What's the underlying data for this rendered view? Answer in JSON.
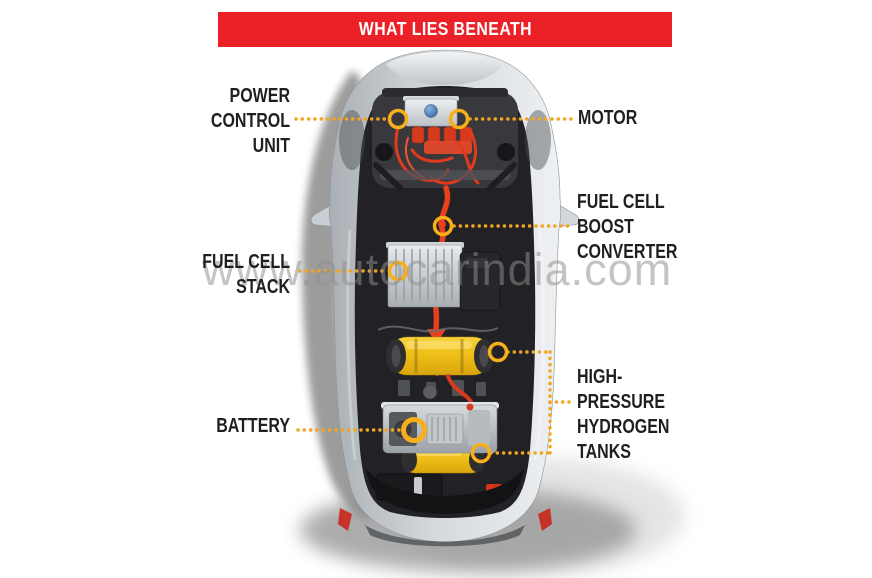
{
  "banner": {
    "title": "WHAT LIES BENEATH",
    "bg_color": "#EC2127",
    "text_color": "#FFFFFF"
  },
  "watermark": {
    "text": "www.autocarindia.com"
  },
  "diagram": {
    "subject": "hydrogen fuel-cell car top-view cutaway",
    "leader_color": "#F3A51D",
    "marker_ring_color": "#F9AF19",
    "label_text_color": "#221E1F",
    "labels": [
      {
        "id": "power-control-unit",
        "text": "POWER\nCONTROL\nUNIT",
        "side": "left"
      },
      {
        "id": "motor",
        "text": "MOTOR",
        "side": "right"
      },
      {
        "id": "fuel-cell-boost-converter",
        "text": "FUEL CELL\nBOOST\nCONVERTER",
        "side": "right"
      },
      {
        "id": "fuel-cell-stack",
        "text": "FUEL CELL\nSTACK",
        "side": "left"
      },
      {
        "id": "battery",
        "text": "BATTERY",
        "side": "left"
      },
      {
        "id": "high-pressure-hydrogen-tanks",
        "text": "HIGH-\nPRESSURE\nHYDROGEN\nTANKS",
        "side": "right"
      }
    ],
    "car_colors": {
      "body_silver": "#C9CED2",
      "cabin_dark": "#222226",
      "tank_yellow": "#EFBF18",
      "cable_red": "#E23A1C",
      "emblem_blue": "#3D6FA6",
      "taillight_red": "#C8281C"
    }
  }
}
